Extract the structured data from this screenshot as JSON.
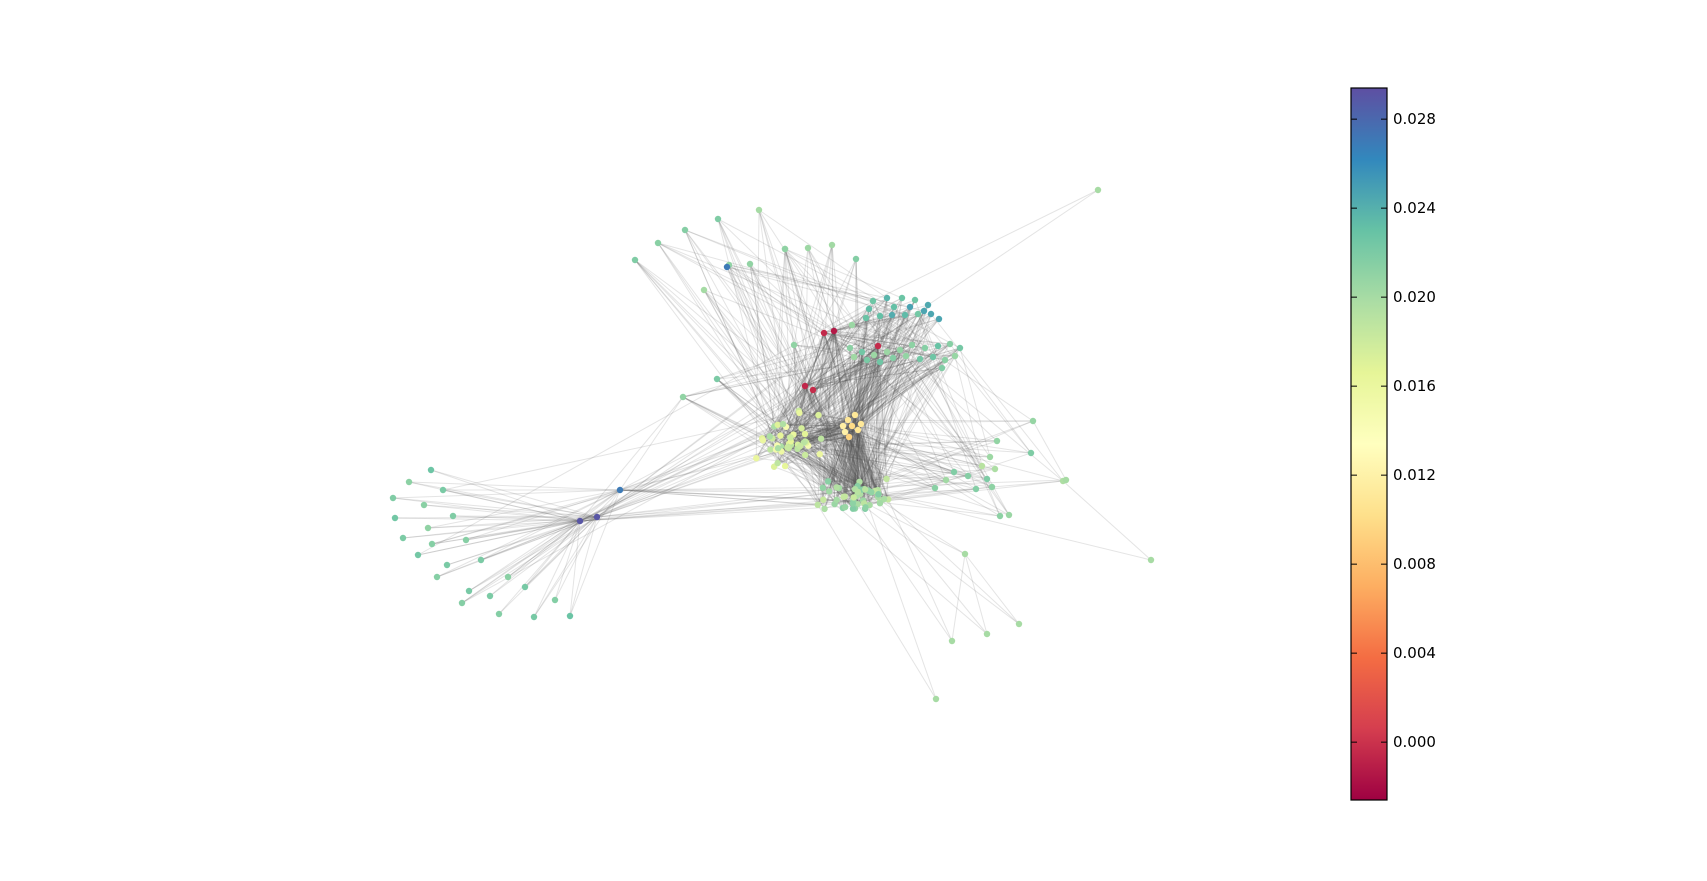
{
  "colorbar": {
    "colormap": "Spectral",
    "min": -0.0026,
    "max": 0.0294,
    "ticks": [
      "0.000",
      "0.004",
      "0.008",
      "0.012",
      "0.016",
      "0.020",
      "0.024",
      "0.028"
    ],
    "tick_values": [
      0.0,
      0.004,
      0.008,
      0.012,
      0.016,
      0.02,
      0.024,
      0.028
    ],
    "colors": [
      "#9e0142",
      "#d53e4f",
      "#f46d43",
      "#fdae61",
      "#fee08b",
      "#ffffbf",
      "#e6f598",
      "#abdda4",
      "#66c2a5",
      "#3288bd",
      "#5e4fa2"
    ]
  },
  "graph": {
    "node_values_note_free": true,
    "edge_color": "#555555"
  }
}
